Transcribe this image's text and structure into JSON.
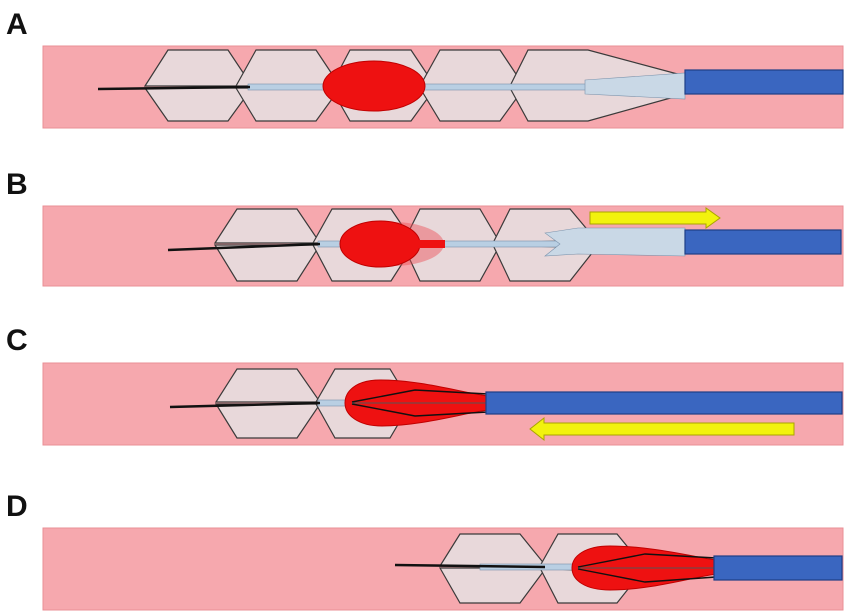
{
  "figure": {
    "panels": [
      {
        "id": "A",
        "label": "A",
        "arrow": "none"
      },
      {
        "id": "B",
        "label": "B",
        "arrow": "right"
      },
      {
        "id": "C",
        "label": "C",
        "arrow": "left"
      },
      {
        "id": "D",
        "label": "D",
        "arrow": "none"
      }
    ],
    "colors": {
      "vessel": "#f6a8ae",
      "vessel_edge": "#e98f96",
      "stent_fill": "#e8d8da",
      "stent_stroke": "#3a3a3a",
      "clot": "#ee1111",
      "catheter": "#3a66c0",
      "catheter_edge": "#1e3f86",
      "arrow": "#f2f20e",
      "arrow_edge": "#a9a400",
      "wire": "#111111",
      "mesh": "#b9cfe3"
    }
  }
}
